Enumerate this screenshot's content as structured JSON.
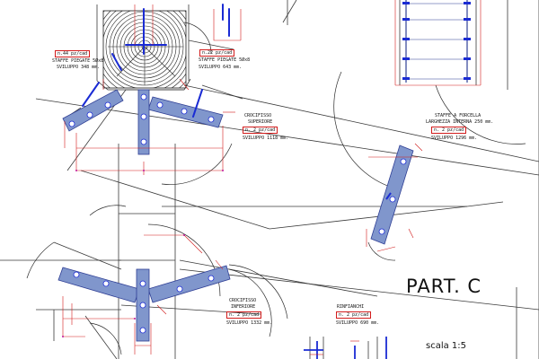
{
  "notes": {
    "n44": "n.44 pz/cad",
    "staffe58": "STAFFE PIEGATE 5Øx8",
    "svil1": "SVILUPPO 348 mm.",
    "n22": "n.22 pz/cad",
    "staffe58b": "STAFFE PIEGATE 5Øx8",
    "svil2": "SVILUPPO 643 mm.",
    "croc_sup1": "CROCIFISSO",
    "croc_sup2": "SUPERIORE",
    "n2a": "n. 2 pz/cad",
    "svil3": "SVILUPPO 1118 mm.",
    "forcella1": "STAFFE A FORCELLA",
    "forcella2": "LARGHEZZA INTERNA 250 mm.",
    "n2b": "n. 2 pz/cad",
    "svil4": "SVILUPPO 1296 mm.",
    "croc_inf1": "CROCIFISSO",
    "croc_inf2": "INFERIORE",
    "n2c": "n. 2 pz/cad",
    "svil5": "SVILUPPO 1332 mm.",
    "rinf1": "RINFIANCHI",
    "n2d": "n. 2 pz/cad",
    "svil6": "SVILUPPO 690 mm."
  },
  "part_label": "PART. C",
  "scale_label": "scala 1:5",
  "colors": {
    "line": "#2b2b2b",
    "rebar": "#2f3f95",
    "rebar_fill": "#8096cc",
    "dimension": "#d21c1c",
    "bolt": "#1a2bd4"
  }
}
